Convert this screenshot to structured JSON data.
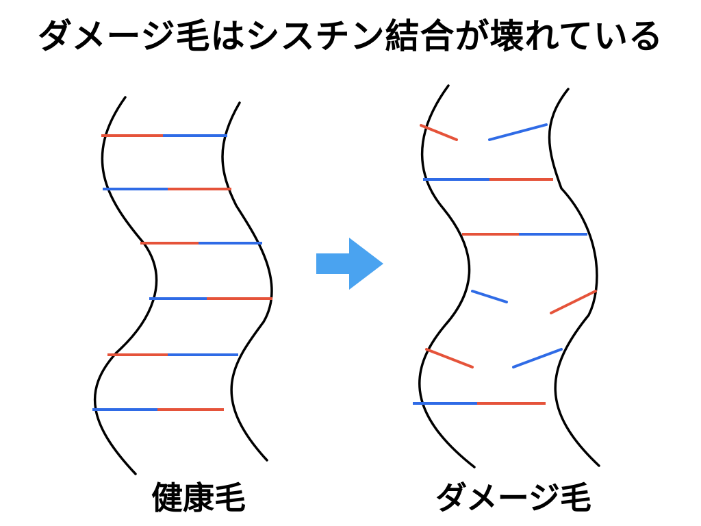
{
  "title": "ダメージ毛はシスチン結合が壊れている",
  "panels": {
    "healthy": {
      "label": "健康毛"
    },
    "damaged": {
      "label": "ダメージ毛"
    }
  },
  "colors": {
    "strand": "#000000",
    "bond_red": "#E5533A",
    "bond_blue": "#2F6BE6",
    "arrow": "#4AA3F0"
  }
}
